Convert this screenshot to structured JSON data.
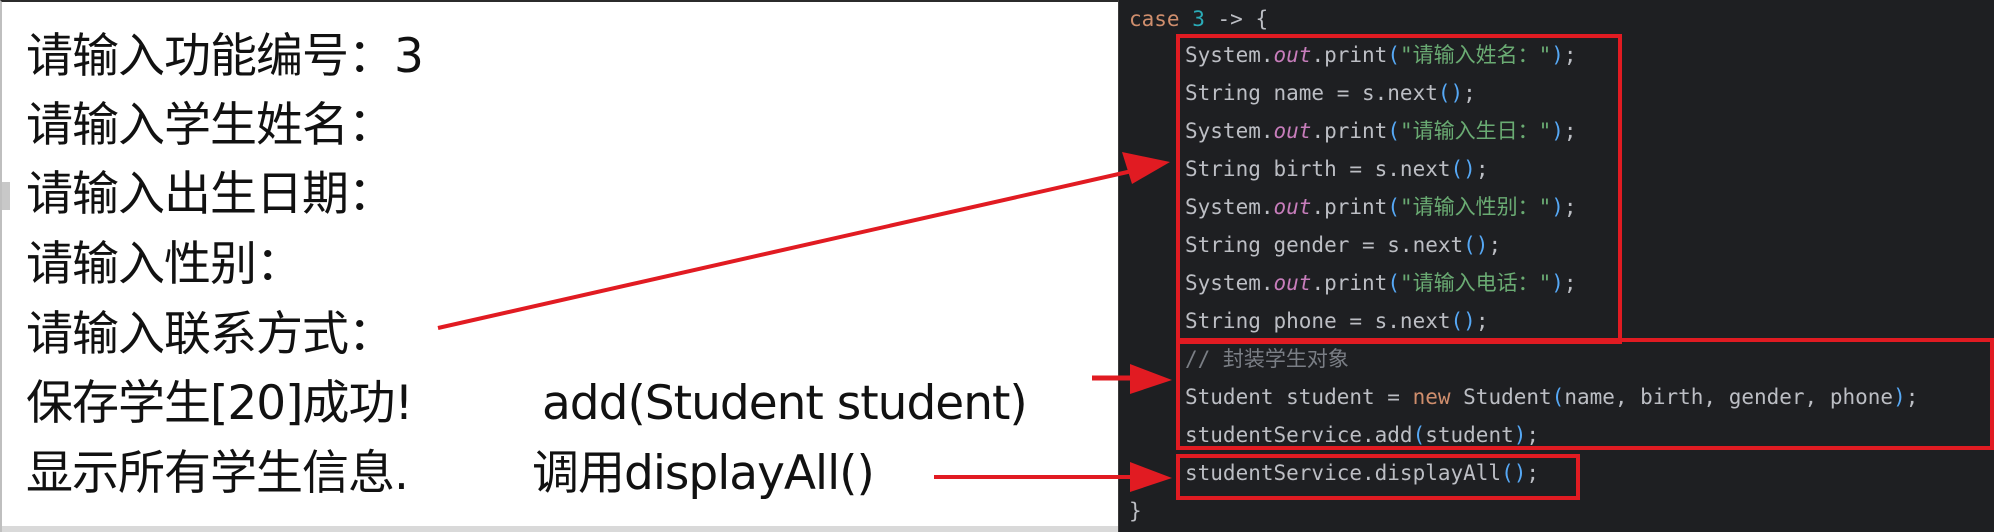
{
  "console": {
    "lines": [
      "请输入功能编号：3",
      "请输入学生姓名：",
      "请输入出生日期：",
      "请输入性别：",
      "请输入联系方式：",
      "保存学生[20]成功!",
      "显示所有学生信息."
    ],
    "notes": {
      "add": "add(Student student)",
      "display": "调用displayAll()"
    }
  },
  "code": {
    "case_kw": "case",
    "case_num": "3",
    "case_arrow": " -> {",
    "lines": [
      {
        "a": "System.",
        "f": "out",
        "b": ".print",
        "s": "\"请输入姓名：\"",
        "e": ";"
      },
      {
        "t": "String name = s.next",
        "e": ";"
      },
      {
        "a": "System.",
        "f": "out",
        "b": ".print",
        "s": "\"请输入生日：\"",
        "e": ";"
      },
      {
        "t": "String birth = s.next",
        "e": ";"
      },
      {
        "a": "System.",
        "f": "out",
        "b": ".print",
        "s": "\"请输入性别：\"",
        "e": ";"
      },
      {
        "t": "String gender = s.next",
        "e": ";"
      },
      {
        "a": "System.",
        "f": "out",
        "b": ".print",
        "s": "\"请输入电话：\"",
        "e": ";"
      },
      {
        "t": "String phone = s.next",
        "e": ";"
      }
    ],
    "comment": "// 封装学生对象",
    "student_pre": "Student student = ",
    "student_new": "new",
    "student_cls": " Student",
    "student_args": "name, birth, gender, phone",
    "add_call": "studentService.add",
    "add_arg": "student",
    "display_call": "studentService.displayAll",
    "close": "}"
  },
  "colors": {
    "highlight": "#e11b22",
    "keyword": "#cf8e6d",
    "string": "#6aab73",
    "field": "#c77dbb",
    "paren": "#56a8f5",
    "comment": "#7a7e85"
  }
}
